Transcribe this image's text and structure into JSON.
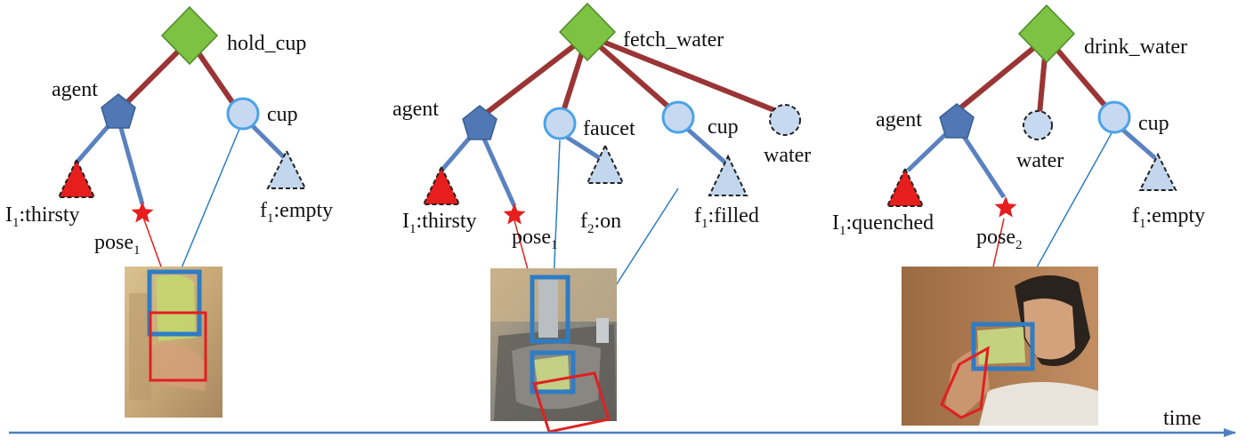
{
  "colors": {
    "event_fill": "#7DC242",
    "event_stroke": "#4E8A2A",
    "agent_fill": "#4F78B4",
    "agent_stroke": "#3A5F95",
    "object_fill": "#C7D9F0",
    "object_stroke": "#4AA3E8",
    "fluent_fill": "#C2D6EE",
    "intent_fill": "#E61E1E",
    "event_edge": "#9B3535",
    "agent_edge": "#5A82C0",
    "pose_star": "#E61E1E",
    "box_blue": "#2E7CC4",
    "box_red": "#E02020",
    "time_axis": "#4F7FBF"
  },
  "icons": {
    "event": "green-diamond",
    "agent": "blue-pentagon",
    "object": "light-blue-circle",
    "hidden_object": "dashed-circle",
    "fluent": "dashed-triangle",
    "intent": "red-dashed-triangle",
    "pose": "red-star"
  },
  "panels": [
    {
      "event": "hold_cup",
      "agent": "agent",
      "objects": [
        "cup"
      ],
      "intent": {
        "prefix": "I",
        "sub": "1",
        "suffix": ":thirsty"
      },
      "pose": {
        "prefix": "pose",
        "sub": "1"
      },
      "fluents": [
        {
          "prefix": "f",
          "sub": "1",
          "suffix": ":empty"
        }
      ],
      "photo": "hand holding cup"
    },
    {
      "event": "fetch_water",
      "agent": "agent",
      "objects": [
        "faucet",
        "cup",
        "water"
      ],
      "intent": {
        "prefix": "I",
        "sub": "1",
        "suffix": ":thirsty"
      },
      "pose": {
        "prefix": "pose",
        "sub": "1"
      },
      "fluents": [
        {
          "prefix": "f",
          "sub": "2",
          "suffix": ":on"
        },
        {
          "prefix": "f",
          "sub": "1",
          "suffix": ":filled"
        }
      ],
      "photo": "cup under faucet in sink"
    },
    {
      "event": "drink_water",
      "agent": "agent",
      "objects": [
        "water",
        "cup"
      ],
      "intent": {
        "prefix": "I",
        "sub": "1",
        "suffix": ":quenched"
      },
      "pose": {
        "prefix": "pose",
        "sub": "2"
      },
      "fluents": [
        {
          "prefix": "f",
          "sub": "1",
          "suffix": ":empty"
        }
      ],
      "photo": "person drinking from cup"
    }
  ],
  "time_label": "time"
}
